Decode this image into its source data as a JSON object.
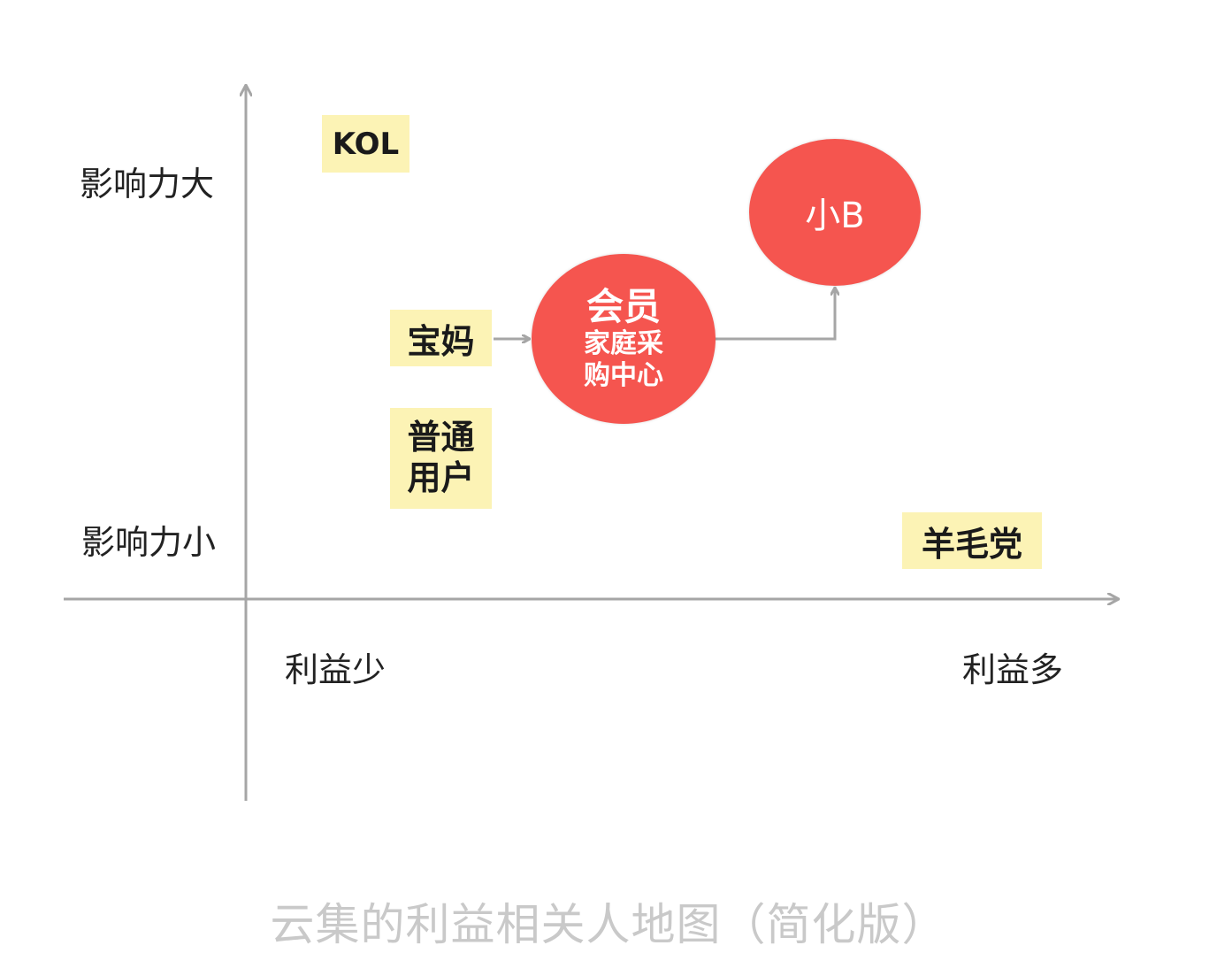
{
  "axes": {
    "y_high": "影响力大",
    "y_low": "影响力小",
    "x_low": "利益少",
    "x_high": "利益多"
  },
  "nodes": {
    "kol": "KOL",
    "baoma": "宝妈",
    "putong_line1": "普通",
    "putong_line2": "用户",
    "yangmaodang": "羊毛党",
    "member_title": "会员",
    "member_line1": "家庭采",
    "member_line2": "购中心",
    "small_b": "小B"
  },
  "caption": "云集的利益相关人地图（简化版）",
  "colors": {
    "box": "#fcf3b5",
    "circle": "#f5554f",
    "axis": "#a6a6a6",
    "caption": "#c9c9c9"
  }
}
